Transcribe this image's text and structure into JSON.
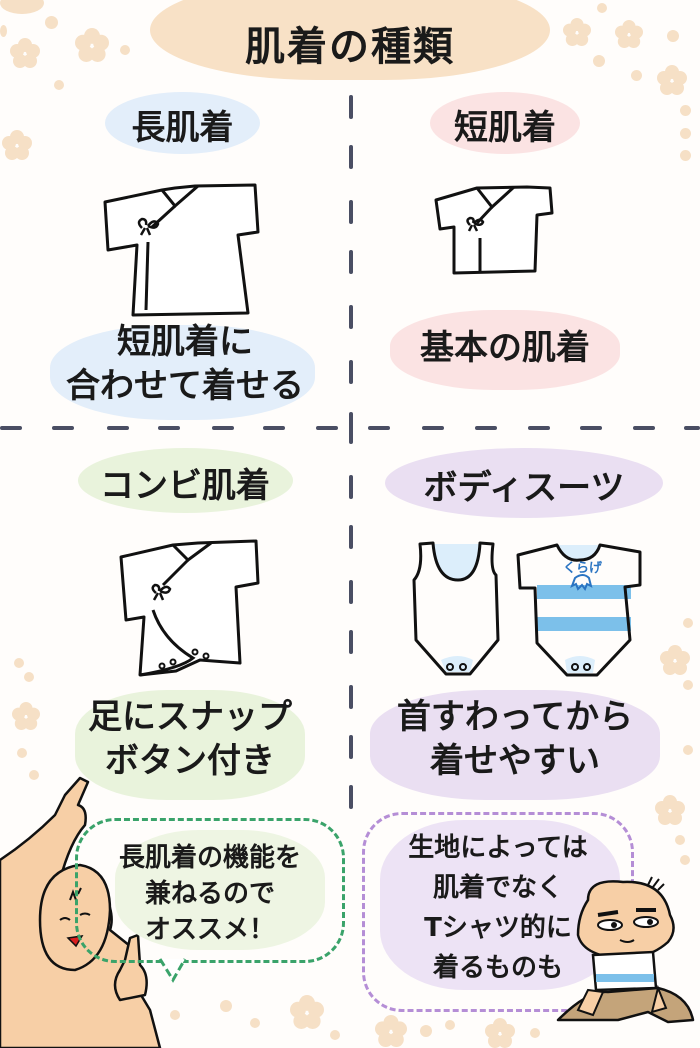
{
  "title": "肌着の種類",
  "colors": {
    "title_cloud": "#f8e1c6",
    "naga_pill": "#e3eefa",
    "tan_pill": "#fbe3e3",
    "combi_pill": "#e9f3dc",
    "body_pill": "#eadff2",
    "divider": "#4a4e63",
    "bubble_green": "#3aa36a",
    "bubble_purple": "#b58ed6",
    "stripe_blue": "#7cc0ea",
    "skin": "#f7cfa6"
  },
  "panels": [
    {
      "name": "長肌着",
      "description_lines": [
        "短肌着に",
        "合わせて着せる"
      ],
      "icon": "long-undershirt-icon"
    },
    {
      "name": "短肌着",
      "description_lines": [
        "基本の肌着"
      ],
      "icon": "short-undershirt-icon"
    },
    {
      "name": "コンビ肌着",
      "description_lines": [
        "足にスナップ",
        "ボタン付き"
      ],
      "icon": "combi-undershirt-icon"
    },
    {
      "name": "ボディスーツ",
      "description_lines": [
        "首すわってから",
        "着せやすい"
      ],
      "icon": "bodysuit-icon"
    }
  ],
  "bodysuit_print": "くらげ",
  "speech_bubbles": [
    {
      "speaker": "father",
      "lines": [
        "長肌着の機能を",
        "兼ねるので",
        "オススメ！"
      ]
    },
    {
      "speaker": "baby",
      "lines": [
        "生地によっては",
        "肌着でなく",
        "Tシャツ的に",
        "着るものも"
      ]
    }
  ]
}
